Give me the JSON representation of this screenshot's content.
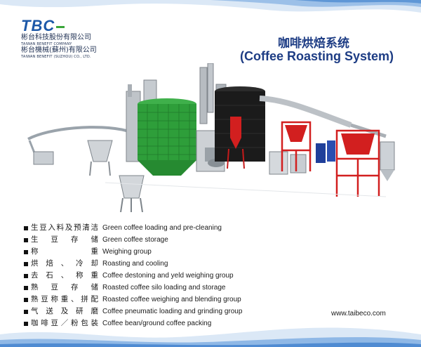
{
  "brand": {
    "logo_text": "TBC",
    "company_cn_1": "彬台科技股份有限公司",
    "company_en_1": "TAIWAN BENEFIT COMPANY",
    "company_cn_2": "彬台機械(蘇州)有限公司",
    "company_en_2": "TAIWAN BENEFIT (SUZHOU) CO., LTD.",
    "accent_blue": "#1c58a8",
    "accent_green": "#3aa63a"
  },
  "title": {
    "cn": "咖啡烘焙系统",
    "en": "(Coffee Roasting  System)"
  },
  "process_items": [
    {
      "cn": "生豆入料及预清洁",
      "en": "Green coffee loading and pre-cleaning"
    },
    {
      "cn": "生 豆 存 储",
      "en": "Green coffee storage"
    },
    {
      "cn": "称 重",
      "en": "Weighing group"
    },
    {
      "cn": "烘 焙 、 冷 却",
      "en": "Roasting and cooling"
    },
    {
      "cn": "去 石 、 称 重",
      "en": "Coffee destoning and yeld weighing group"
    },
    {
      "cn": "熟 豆 存 储",
      "en": "Roasted coffee silo loading and storage"
    },
    {
      "cn": "熟豆称重、拼配",
      "en": "Roasted coffee weighing and blending group"
    },
    {
      "cn": "气 送 及 研 磨",
      "en": "Coffee pneumatic loading and grinding group"
    },
    {
      "cn": "咖啡豆／粉包装",
      "en": "Coffee bean/ground coffee packing"
    }
  ],
  "footer": {
    "url": "www.taibeco.com"
  },
  "colors": {
    "title": "#1d3c84",
    "silo_green": "#2e9e3a",
    "frame_red": "#d21f1f",
    "roaster_black": "#1b1b1b"
  }
}
